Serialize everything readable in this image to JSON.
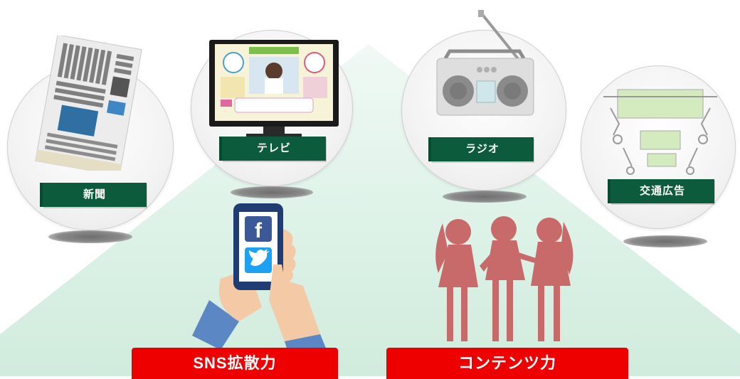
{
  "media": {
    "newspaper": {
      "label": "新聞"
    },
    "tv": {
      "label": "テレビ"
    },
    "radio": {
      "label": "ラジオ"
    },
    "transit": {
      "label": "交通広告"
    }
  },
  "banners": {
    "sns": "SNS拡散力",
    "content": "コンテンツ力"
  },
  "colors": {
    "tag_green": "#0c5b3c",
    "banner_red": "#ee0000",
    "pyramid_green": "#d5efe2",
    "silhouette": "#c96a6a",
    "facebook_blue": "#3b5998",
    "twitter_blue": "#1da1f2"
  },
  "icons": {
    "newspaper": "newspaper-icon",
    "tv": "television-icon",
    "radio": "radio-icon",
    "transit": "train-interior-icon",
    "phone": "smartphone-icon",
    "facebook": "facebook-icon",
    "twitter": "twitter-icon",
    "characters": "characters-silhouette"
  }
}
